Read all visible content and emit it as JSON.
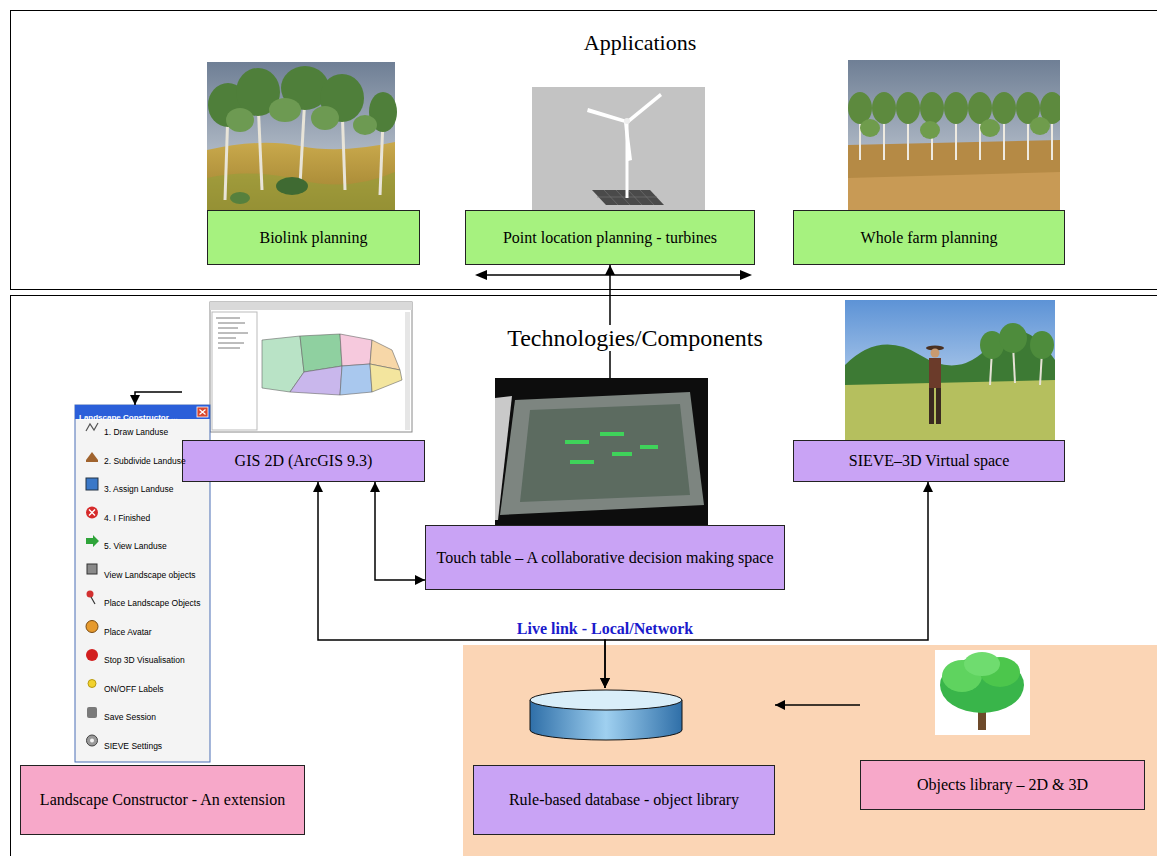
{
  "diagram": {
    "nodes": [
      {
        "text": [
          "Applications"
        ]
      },
      {
        "text": [
          "Biolink planning"
        ],
        "in": 0
      },
      {
        "text": [
          "Point location planning - turbines"
        ],
        "in": 0
      },
      {
        "text": [
          "Whole farm planning"
        ],
        "in": 0
      },
      {
        "text": [
          "Technologies/Components"
        ]
      },
      {
        "text": [
          "GIS 2D (ArcGIS 9.3)"
        ],
        "in": 4
      },
      {
        "text": [
          "SIEVE–3D Virtual space"
        ],
        "in": 4
      },
      {
        "text": [
          "Touch table – A collaborative decision making space"
        ],
        "in": 4
      },
      {
        "text": [
          "Landscape Constructor - An extension"
        ],
        "in": 4
      },
      {
        "text": [
          "Rule-based database - object library"
        ],
        "in": 4
      },
      {
        "text": [
          "Objects library – 2D & 3D"
        ],
        "in": 4
      }
    ],
    "edges": [
      {
        "from": 7,
        "to": 2,
        "arrow": "to"
      },
      {
        "from": 5,
        "to": 8,
        "arrow": "to"
      },
      {
        "from": 5,
        "to": 7,
        "arrow": "both"
      },
      {
        "from": 9,
        "to": 5,
        "arrow": "both",
        "label": "Live link - Local/Network"
      },
      {
        "from": 9,
        "to": 6,
        "arrow": "both"
      },
      {
        "from": 10,
        "to": 9,
        "arrow": "to"
      }
    ],
    "labels": [
      "Landscape Constructor ...",
      "1. Draw Landuse",
      "2. Subdivide Landuse",
      "3. Assign Landuse",
      "4. I Finished",
      "5. View Landuse",
      "View Landscape objects",
      "Place Landscape Objects",
      "Place Avatar",
      "Stop 3D Visualisation",
      "ON/OFF Labels",
      "Save Session",
      "SIEVE Settings"
    ]
  }
}
